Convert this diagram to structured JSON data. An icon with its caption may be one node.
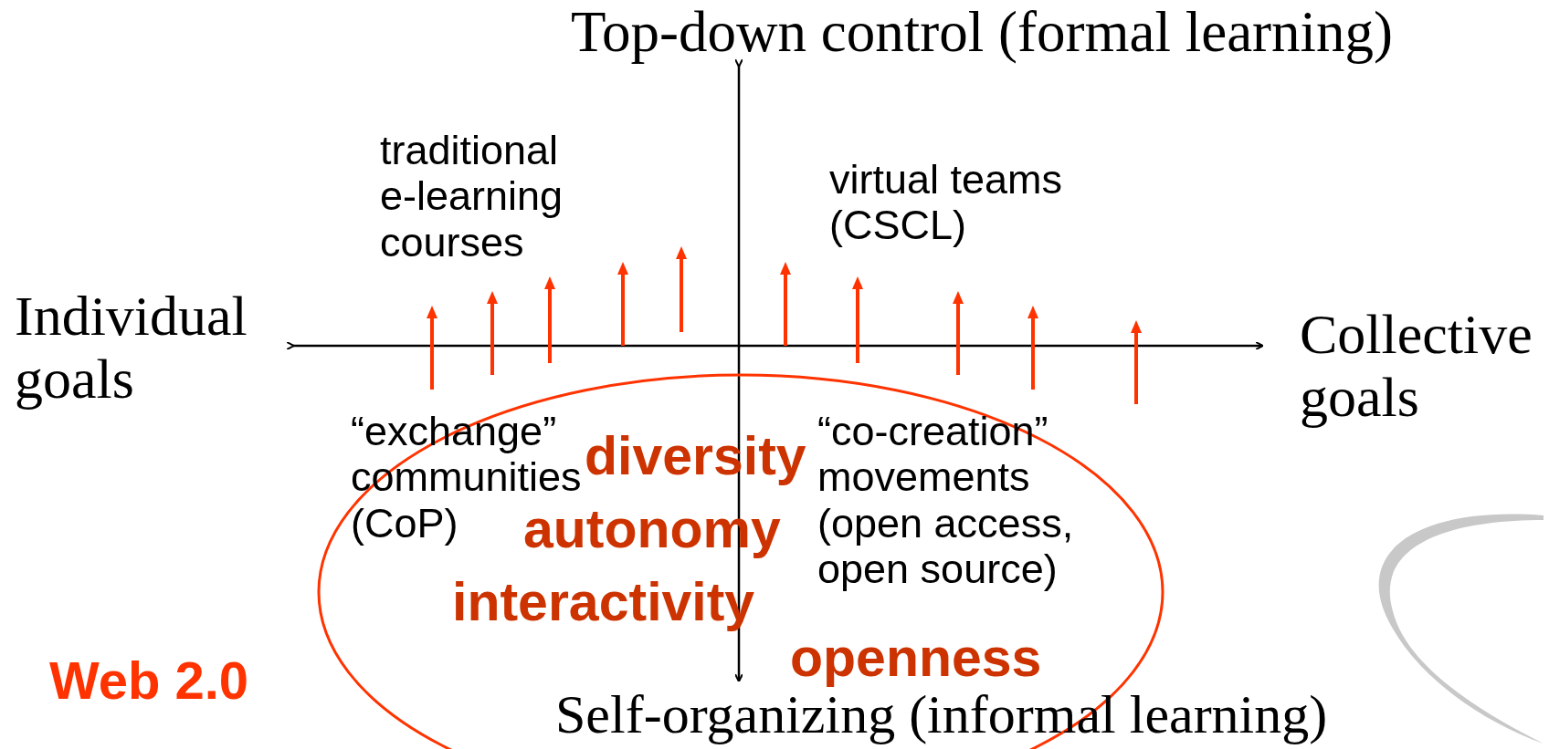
{
  "diagram": {
    "nodes": [
      {
        "text": [
          "diversity",
          "autonomy",
          "interactivity",
          "openness"
        ]
      }
    ],
    "labels": [
      "Top-down control (formal learning)",
      "traditional e-learning courses",
      "virtual teams (CSCL)",
      "Individual goals",
      "Collective goals",
      "“exchange” communities (CoP)",
      "“co-creation” movements (open access, open source)",
      "Web 2.0",
      "Self-organizing (informal learning)"
    ]
  }
}
